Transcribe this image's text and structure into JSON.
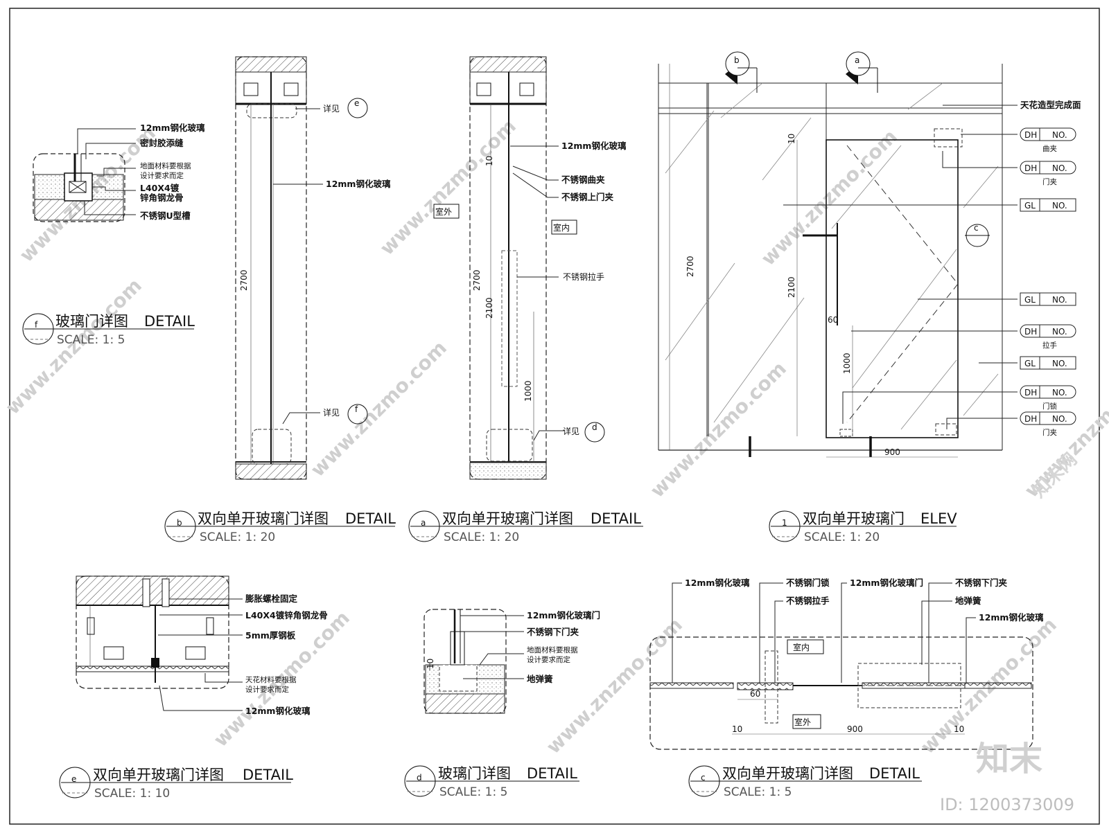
{
  "watermark": {
    "site": "www.znzmo.com",
    "brand": "知末网",
    "logo": "知末",
    "id": "ID: 1200373009"
  },
  "views": {
    "f": {
      "tag": "f",
      "title": "玻璃门详图",
      "suffix": "DETAIL",
      "scale": "SCALE: 1: 5",
      "labels": [
        "12mm钢化玻璃",
        "密封胶添缝",
        "地面材料要根据",
        "设计要求而定",
        "L40X4镀",
        "锌角钢龙骨",
        "不锈钢U型槽"
      ]
    },
    "b": {
      "tag": "b",
      "title": "双向单开玻璃门详图",
      "suffix": "DETAIL",
      "scale": "SCALE: 1: 20",
      "labels": [
        "详见",
        "12mm钢化玻璃",
        "详见"
      ],
      "callout_top": "e",
      "callout_bottom": "f",
      "dim_h": "2700"
    },
    "a": {
      "tag": "a",
      "title": "双向单开玻璃门详图",
      "suffix": "DETAIL",
      "scale": "SCALE: 1: 20",
      "labels": [
        "12mm钢化玻璃",
        "不锈钢曲夹",
        "不锈钢上门夹",
        "不锈钢拉手",
        "详见"
      ],
      "outside": "室外",
      "inside": "室内",
      "callout_bottom": "d",
      "dim_total": "2700",
      "dim_door": "2100",
      "dim_top": "10",
      "dim_handle": "1000"
    },
    "elev": {
      "tag": "1",
      "title": "双向单开玻璃门",
      "suffix": "ELEV",
      "scale": "SCALE: 1: 20",
      "ceiling_label": "天花造型完成面",
      "sec_b": "b",
      "sec_a": "a",
      "sec_c": "c",
      "dim_total": "2700",
      "dim_door": "2100",
      "dim_top": "10",
      "dim_handle_off": "60",
      "dim_handle": "1000",
      "dim_width": "900",
      "tags": [
        {
          "code": "DH",
          "no": "NO.",
          "note": "曲夹"
        },
        {
          "code": "DH",
          "no": "NO.",
          "note": "门夹"
        },
        {
          "code": "GL",
          "no": "NO.",
          "note": ""
        },
        {
          "code": "GL",
          "no": "NO.",
          "note": ""
        },
        {
          "code": "DH",
          "no": "NO.",
          "note": "拉手"
        },
        {
          "code": "GL",
          "no": "NO.",
          "note": ""
        },
        {
          "code": "DH",
          "no": "NO.",
          "note": "门锁"
        },
        {
          "code": "DH",
          "no": "NO.",
          "note": "门夹"
        }
      ]
    },
    "e": {
      "tag": "e",
      "title": "双向单开玻璃门详图",
      "suffix": "DETAIL",
      "scale": "SCALE: 1: 10",
      "labels": [
        "膨胀螺栓固定",
        "L40X4镀锌角钢龙骨",
        "5mm厚钢板",
        "天花材料要根据",
        "设计要求而定",
        "12mm钢化玻璃"
      ]
    },
    "d": {
      "tag": "d",
      "title": "玻璃门详图",
      "suffix": "DETAIL",
      "scale": "SCALE: 1: 5",
      "labels": [
        "12mm钢化玻璃门",
        "不锈钢下门夹",
        "地面材料要根据",
        "设计要求而定",
        "地弹簧"
      ],
      "dim": "10"
    },
    "c": {
      "tag": "c",
      "title": "双向单开玻璃门详图",
      "suffix": "DETAIL",
      "scale": "SCALE: 1: 5",
      "labels": [
        "12mm钢化玻璃",
        "不锈钢门锁",
        "不锈钢拉手",
        "12mm钢化玻璃门",
        "不锈钢下门夹",
        "地弹簧",
        "12mm钢化玻璃"
      ],
      "inside": "室内",
      "outside": "室外",
      "dim_left": "10",
      "dim_mid": "900",
      "dim_right": "10",
      "dim_handle": "60"
    }
  }
}
